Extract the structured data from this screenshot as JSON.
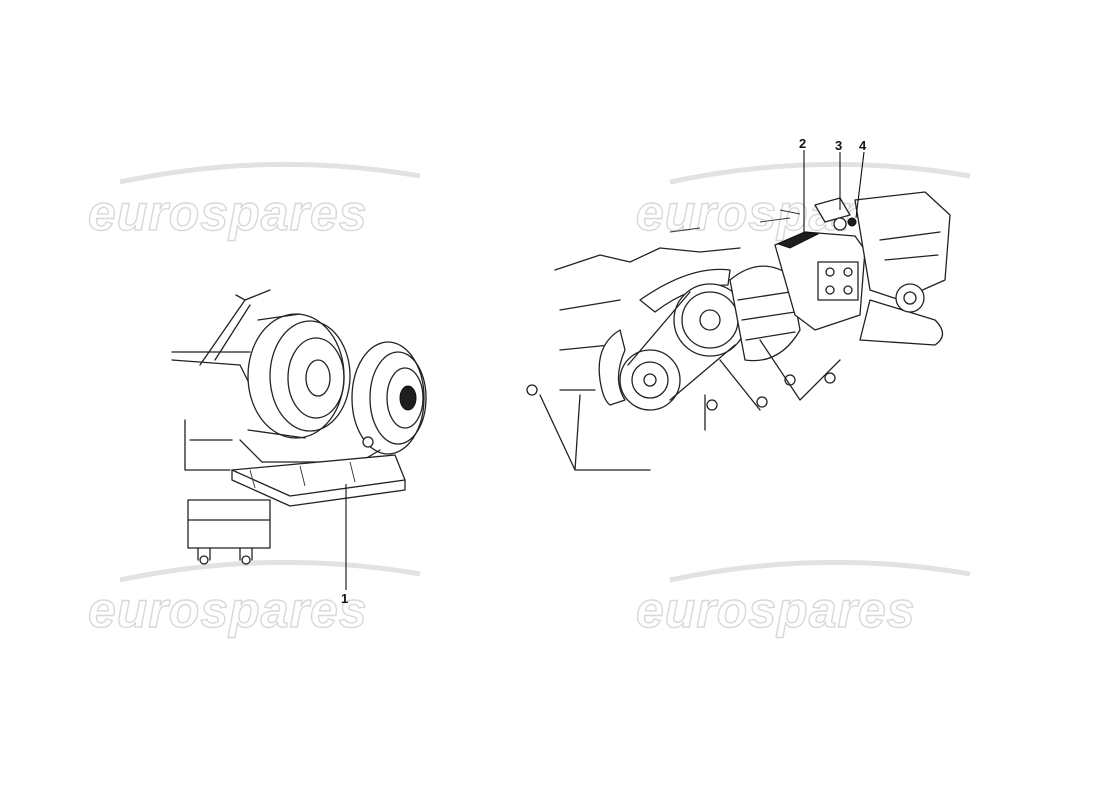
{
  "watermark": {
    "text": "eurospares"
  },
  "callouts": [
    {
      "label": "1"
    },
    {
      "label": "2"
    },
    {
      "label": "3"
    },
    {
      "label": "4"
    }
  ]
}
